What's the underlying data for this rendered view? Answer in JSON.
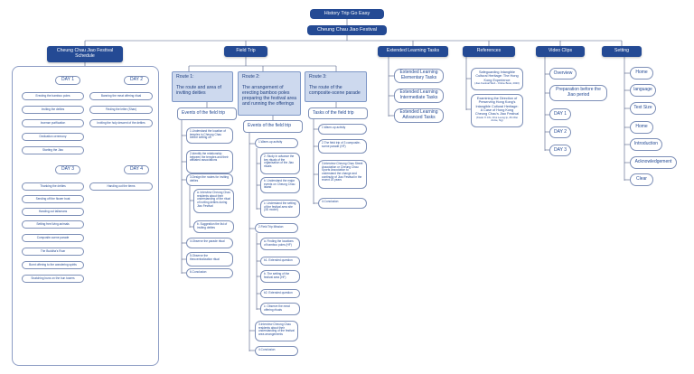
{
  "header": {
    "title": "History Trip Go Easy",
    "subtitle": "Cheung Chau Jiao Festival"
  },
  "categories": {
    "schedule": "Cheung Chau Jiao Festival Schedule",
    "field_trip": "Field Trip",
    "extended": "Extended Learning Tasks",
    "references": "References",
    "video": "Video Clips",
    "setting": "Setting"
  },
  "schedule": {
    "day1": {
      "label": "DAY 1",
      "items": [
        "Erecting the bamboo poles",
        "Inviting the deities",
        "Incense purification",
        "Dedication ceremony",
        "Starting the Jiao"
      ]
    },
    "day2": {
      "label": "DAY 2",
      "items": [
        "Banning the meat offering ritual",
        "Finding the letter (Shan)",
        "Inviting the holy descent of the deities"
      ]
    },
    "day3": {
      "label": "DAY 3",
      "items": [
        "Thanking the deities",
        "Sending off the flower boat",
        "Handing out talismans",
        "Setting free living animals",
        "Composite-scene parade",
        "The Buddha's Roar",
        "Burnt offering to the wandering spirits",
        "Snatching buns on the bun towers"
      ]
    },
    "day4": {
      "label": "DAY 4",
      "items": [
        "Handing out the items"
      ]
    }
  },
  "field_trip": {
    "route1": {
      "title": "Route 1:\n\nThe route and area of inviting deities",
      "panel": "Events of the field trip",
      "items": [
        "1.Understand the location of temples in Cheung Chau before setting off",
        "2.Identify the relationship between the temples and their affiliated associations",
        "3.Design the routes for inviting deities",
        "a. Interview Cheung Chau residents about their understanding of the ritual of inviting deities during Jiao Festival",
        "b. Suggestion the list of inviting deities",
        "4.Observe the parade ritual",
        "5.Observe the theocentralization ritual",
        "6.Conclusion"
      ]
    },
    "route2": {
      "title": "Route 2:\n\nThe arrangement of erecting bamboo poles preparing the festival area and running the offerings",
      "panel": "Events of the field trip",
      "items": [
        "1.Warm-up activity",
        "2. Study in advance the key rituals of the organisation of the Jiao rituals",
        "b. Understand the major events on Cheung Chau island",
        "c. Understand the setting of the festival area site (3D model)",
        "2.Field Trip Mission",
        "a. Finding the locations of bamboo poles (HF)",
        "b1. Extended question",
        "b. The setting of the festival area (HF)",
        "b2. Extended question",
        "c. Observe the meat offering rituals",
        "3.Interview Cheung Chau residents about their understanding of the festival area arrangements",
        "4.Conclusion"
      ]
    },
    "route3": {
      "title": "Route 3:\n\nThe route of the composite-scene parade",
      "panel": "Tasks of the field trip",
      "items": [
        "1.Warm-up activity",
        "2.The field trip of 3 composite-scene parade (HF)",
        "3.Interview Cheung Chau Street Association or Cheung Chau Sports Association to understand the change and continuity of Jiao Festival in the recent 20 years",
        "4.Conclusion"
      ]
    }
  },
  "extended": {
    "items": [
      "Extended Learning Elementary Tasks",
      "Extended Learning Intermediate Tasks",
      "Extended Learning Advanced Tasks"
    ]
  },
  "references": {
    "items": [
      {
        "title": "Safeguarding Intangible Cultural Heritage: The Hong Kong Experience",
        "note": "(Jiao Festival Web - Online Book, 2020)"
      },
      {
        "title": "Examining the Direction of Preserving Hong Kong's Intangible Cultural Heritage: A Case of Hong Kong Cheung Chau's Jiao Festival",
        "note": "(Kwok Yi Chi, Chui Leung Ip, Zhi Wei Annie, Ng)"
      }
    ]
  },
  "video": {
    "items": [
      "Overview",
      "Preparation before the Jiao period",
      "DAY 1",
      "DAY 2",
      "DAY 3"
    ]
  },
  "setting": {
    "items": [
      "Home",
      "language",
      "Text Size",
      "Home",
      "Introduction",
      "Acknowledgement",
      "Clear"
    ]
  }
}
